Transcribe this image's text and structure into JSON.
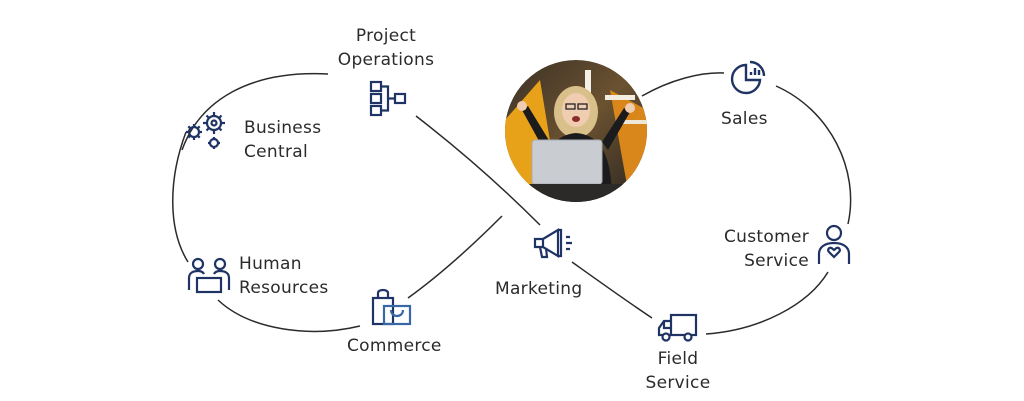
{
  "nodes": {
    "project_operations": {
      "line1": "Project",
      "line2": "Operations"
    },
    "business_central": {
      "line1": "Business",
      "line2": "Central"
    },
    "human_resources": {
      "line1": "Human",
      "line2": "Resources"
    },
    "commerce": {
      "label": "Commerce"
    },
    "marketing": {
      "label": "Marketing"
    },
    "sales": {
      "label": "Sales"
    },
    "customer_service": {
      "line1": "Customer",
      "line2": "Service"
    },
    "field_service": {
      "line1": "Field",
      "line2": "Service"
    }
  },
  "colors": {
    "icon": "#1f3364",
    "line": "#2b2b2b",
    "text": "#2b2b2b"
  },
  "photo": {
    "icon": "person-with-laptop-photo"
  }
}
